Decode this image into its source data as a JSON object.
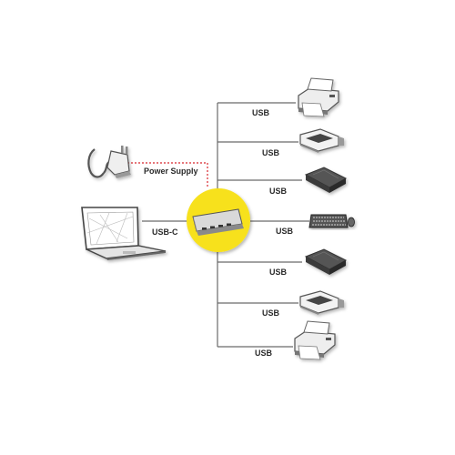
{
  "labels": {
    "usb_c": "USB-C",
    "power_supply": "Power Supply",
    "usb": "USB"
  },
  "colors": {
    "hub_circle": "#f7e11e",
    "line": "#6a6a6a",
    "power_line": "#d8262c",
    "background": "#ffffff"
  },
  "nodes": {
    "left": [
      {
        "device": "laptop",
        "icon": "laptop-icon",
        "label_key": "usb_c"
      },
      {
        "device": "power-adapter",
        "icon": "power-adapter-icon",
        "label_key": "power_supply"
      }
    ],
    "center": {
      "device": "usb-hub",
      "icon": "usb-hub-icon"
    },
    "right": [
      {
        "device": "printer",
        "icon": "printer-icon",
        "label_key": "usb"
      },
      {
        "device": "scanner",
        "icon": "scanner-icon",
        "label_key": "usb"
      },
      {
        "device": "external-drive",
        "icon": "external-drive-icon",
        "label_key": "usb"
      },
      {
        "device": "keyboard-mouse",
        "icon": "keyboard-mouse-icon",
        "label_key": "usb"
      },
      {
        "device": "external-drive",
        "icon": "external-drive-icon",
        "label_key": "usb"
      },
      {
        "device": "scanner",
        "icon": "scanner-icon",
        "label_key": "usb"
      },
      {
        "device": "printer",
        "icon": "printer-icon",
        "label_key": "usb"
      }
    ]
  }
}
